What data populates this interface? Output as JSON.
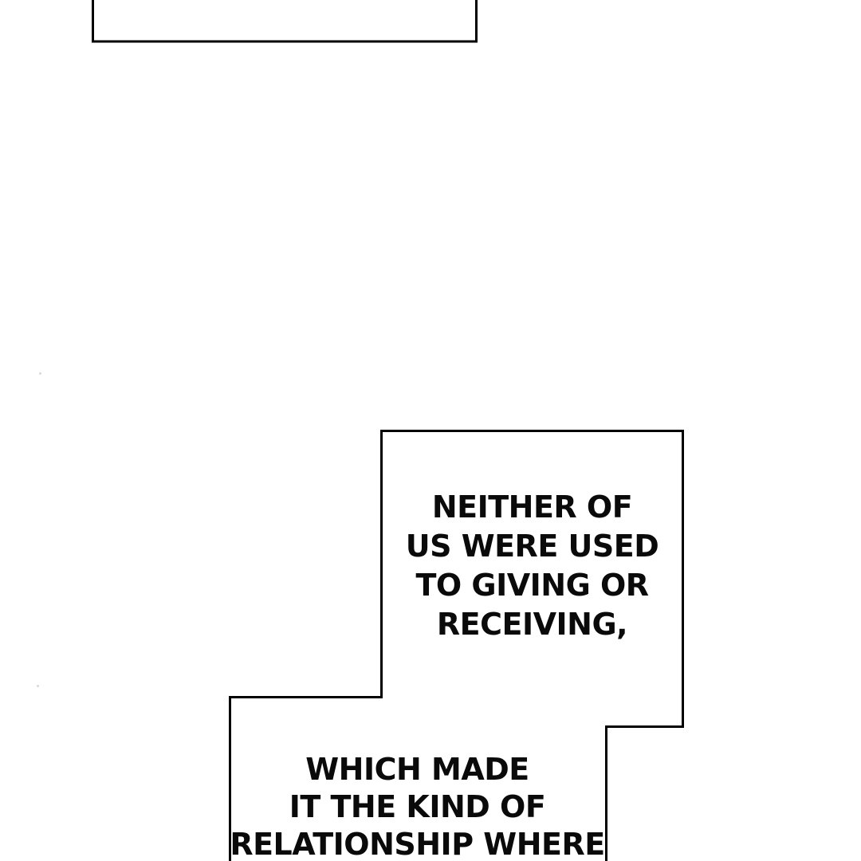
{
  "page": {
    "background": "#ffffff",
    "ink": "#000000",
    "text_color": "#0a0a0a"
  },
  "speech": {
    "upper": {
      "lines": [
        "NEITHER OF",
        "US WERE USED",
        "TO GIVING OR",
        "RECEIVING,"
      ]
    },
    "lower": {
      "lines": [
        "WHICH MADE",
        "IT THE KIND OF",
        "RELATIONSHIP WHERE"
      ]
    }
  }
}
